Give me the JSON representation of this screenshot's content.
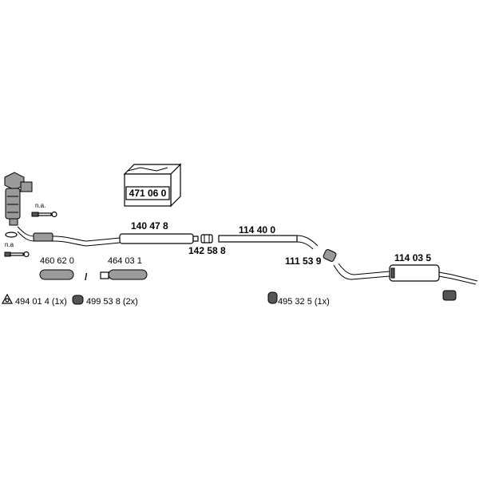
{
  "labels": {
    "kit_box": "471 06 0",
    "front_pipe": "140 47 8",
    "clamp_front": "142 58 8",
    "middle_pipe": "114 40 0",
    "middle_joint": "111 53 9",
    "rear_silencer": "114 03 5",
    "flex_1": "460 62 0",
    "flex_2": "464 03 1",
    "flex_separator": "/",
    "na_top": "n.a.",
    "na_bottom": "n.a",
    "gasket": "494 01 4 (1x)",
    "rubber_mount_2x": "499 53 8 (2x)",
    "rubber_mount_1x": "495 32 5 (1x)"
  }
}
